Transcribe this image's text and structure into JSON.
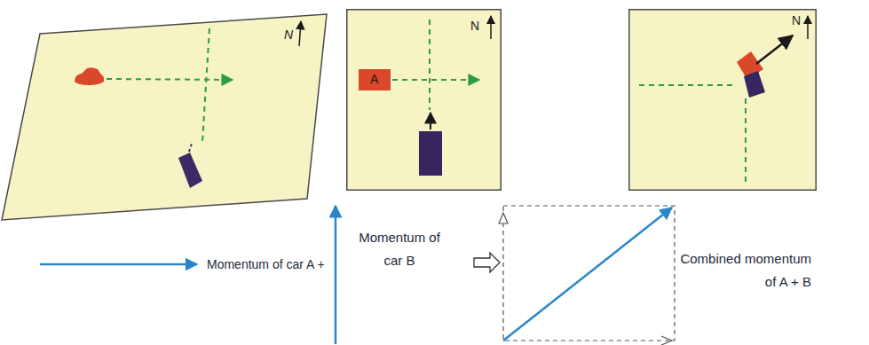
{
  "diagram": {
    "nodes": [
      {
        "text": [
          "N"
        ]
      },
      {
        "text": [
          "N"
        ]
      },
      {
        "text": [
          "A"
        ],
        "in": 1
      },
      {
        "text": [
          "N"
        ]
      }
    ],
    "labels": [
      "Momentum of car A +",
      "Momentum of car B",
      "Combined momentum of A + B"
    ]
  }
}
